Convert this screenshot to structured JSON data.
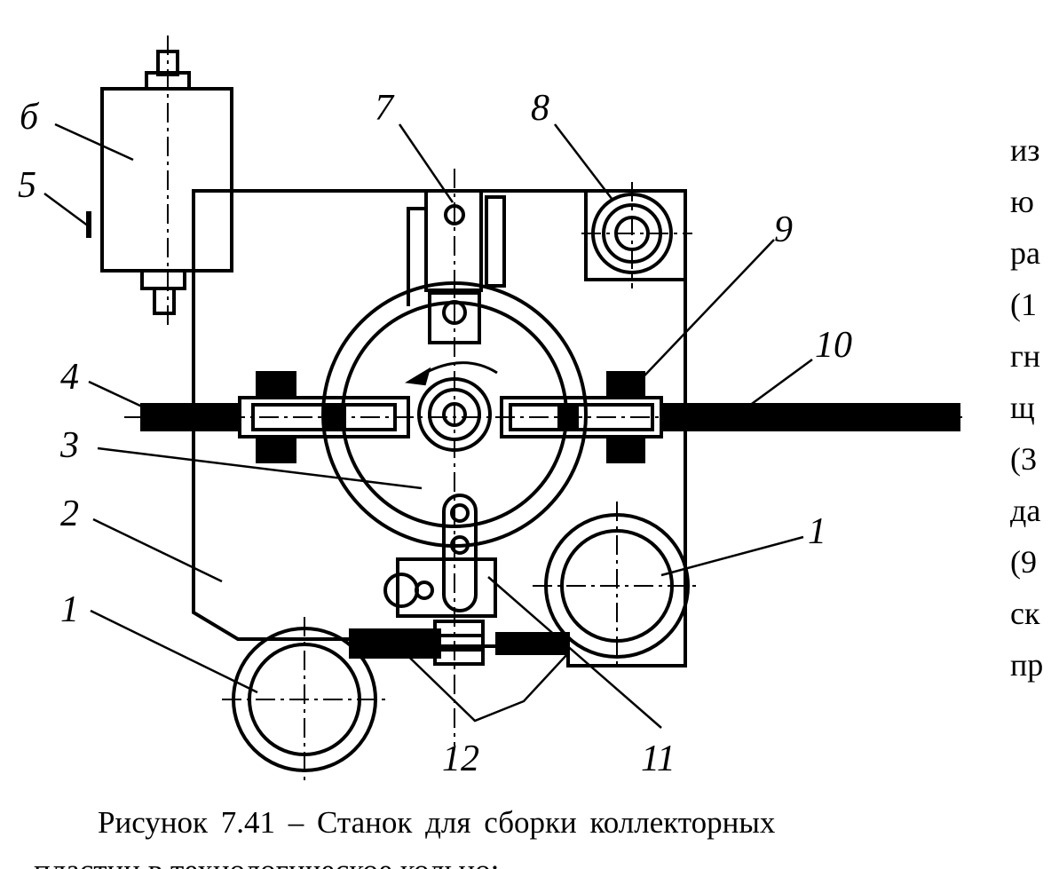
{
  "figure": {
    "callouts": [
      "1",
      "1",
      "2",
      "3",
      "4",
      "5",
      "б",
      "7",
      "8",
      "9",
      "10",
      "11",
      "12"
    ]
  },
  "side_text": [
    "из",
    "ю",
    "ра",
    "(1",
    "гн",
    "щ",
    "(3",
    "да",
    "(9",
    "ск",
    "пр"
  ],
  "caption": {
    "line1": "Рисунок 7.41 – Станок для сборки коллекторных",
    "line2": "пластин в технологическое кольцо:"
  }
}
